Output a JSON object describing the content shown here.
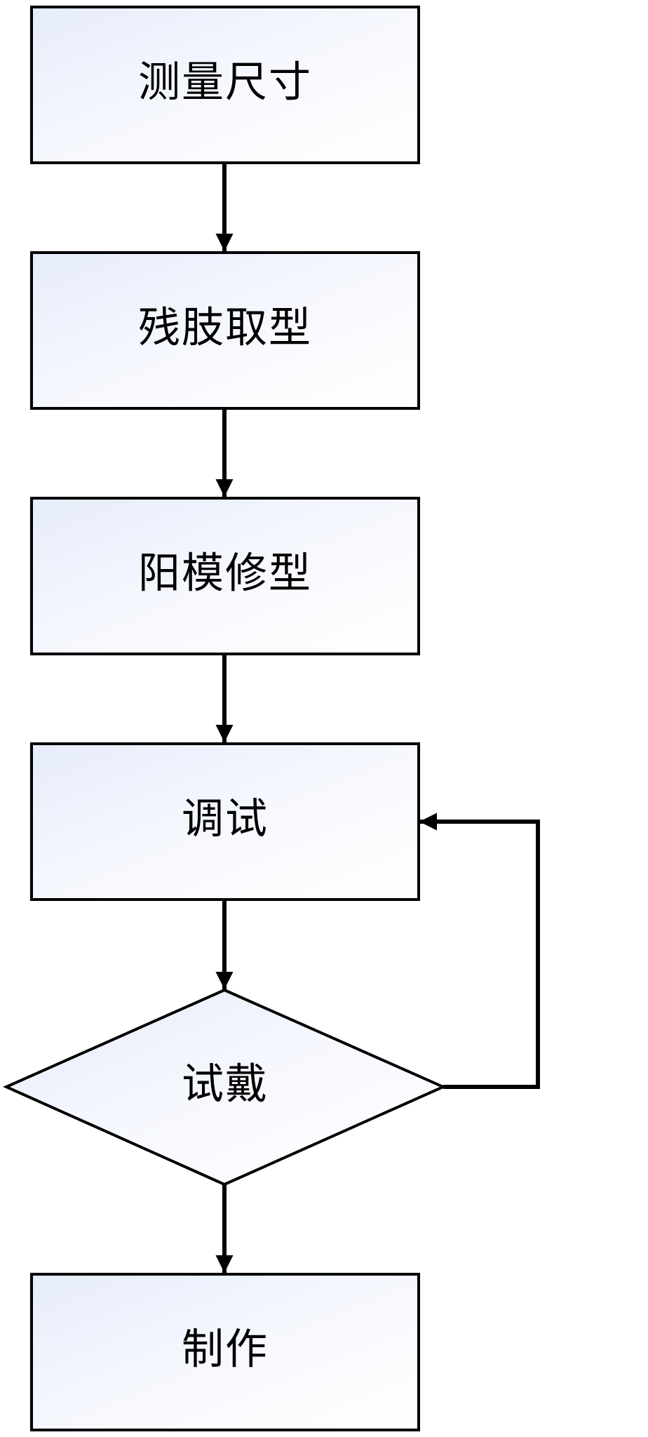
{
  "diagram": {
    "type": "flowchart",
    "nodes": [
      {
        "id": "measure",
        "shape": "rect",
        "label": "测量尺寸"
      },
      {
        "id": "cast",
        "shape": "rect",
        "label": "残肢取型"
      },
      {
        "id": "model",
        "shape": "rect",
        "label": "阳模修型"
      },
      {
        "id": "adjust",
        "shape": "rect",
        "label": "调试"
      },
      {
        "id": "fitting",
        "shape": "diamond",
        "label": "试戴"
      },
      {
        "id": "make",
        "shape": "rect",
        "label": "制作"
      }
    ],
    "edges": [
      {
        "from": "measure",
        "to": "cast"
      },
      {
        "from": "cast",
        "to": "model"
      },
      {
        "from": "model",
        "to": "adjust"
      },
      {
        "from": "adjust",
        "to": "fitting"
      },
      {
        "from": "fitting",
        "to": "make"
      },
      {
        "from": "fitting",
        "to": "adjust",
        "route": "loop-right"
      }
    ],
    "colors": {
      "stroke": "#000000",
      "fill_start": "#e6ecfa",
      "fill_end": "#ffffff"
    }
  }
}
